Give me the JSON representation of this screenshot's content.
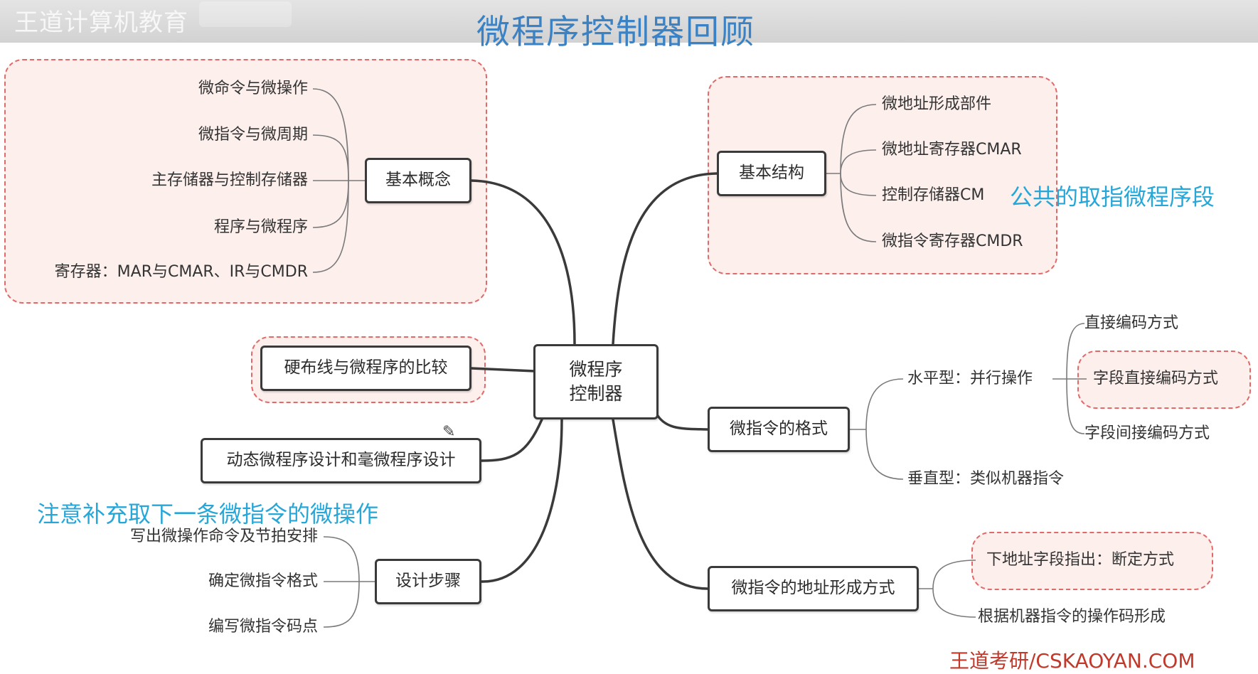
{
  "watermark": "王道计算机教育",
  "title": "微程序控制器回顾",
  "center": {
    "line1": "微程序",
    "line2": "控制器"
  },
  "branches": {
    "basic_concepts": {
      "label": "基本概念",
      "items": [
        "微命令与微操作",
        "微指令与微周期",
        "主存储器与控制存储器",
        "程序与微程序",
        "寄存器：MAR与CMAR、IR与CMDR"
      ]
    },
    "comparison": {
      "label": "硬布线与微程序的比较"
    },
    "dynamic": {
      "label": "动态微程序设计和毫微程序设计"
    },
    "design_steps": {
      "label": "设计步骤",
      "items": [
        "写出微操作命令及节拍安排",
        "确定微指令格式",
        "编写微指令码点"
      ]
    },
    "basic_structure": {
      "label": "基本结构",
      "items": [
        "微地址形成部件",
        "微地址寄存器CMAR",
        "控制存储器CM",
        "微指令寄存器CMDR"
      ]
    },
    "format": {
      "label": "微指令的格式",
      "horizontal": {
        "label": "水平型：并行操作",
        "items": [
          "直接编码方式",
          "字段直接编码方式",
          "字段间接编码方式"
        ]
      },
      "vertical": {
        "label": "垂直型：类似机器指令"
      }
    },
    "address": {
      "label": "微指令的地址形成方式",
      "items": [
        "下地址字段指出：断定方式",
        "根据机器指令的操作码形成"
      ]
    }
  },
  "notes": {
    "fetch_segment": "公共的取指微程序段",
    "fetch_next": "注意补充取下一条微指令的微操作"
  },
  "footer": "王道考研/CSKAOYAN.COM",
  "colors": {
    "title": "#3b82c4",
    "note": "#27a6d8",
    "highlight_border": "#e06a6a",
    "highlight_fill": "#fcefec",
    "brand": "#c0392b"
  }
}
